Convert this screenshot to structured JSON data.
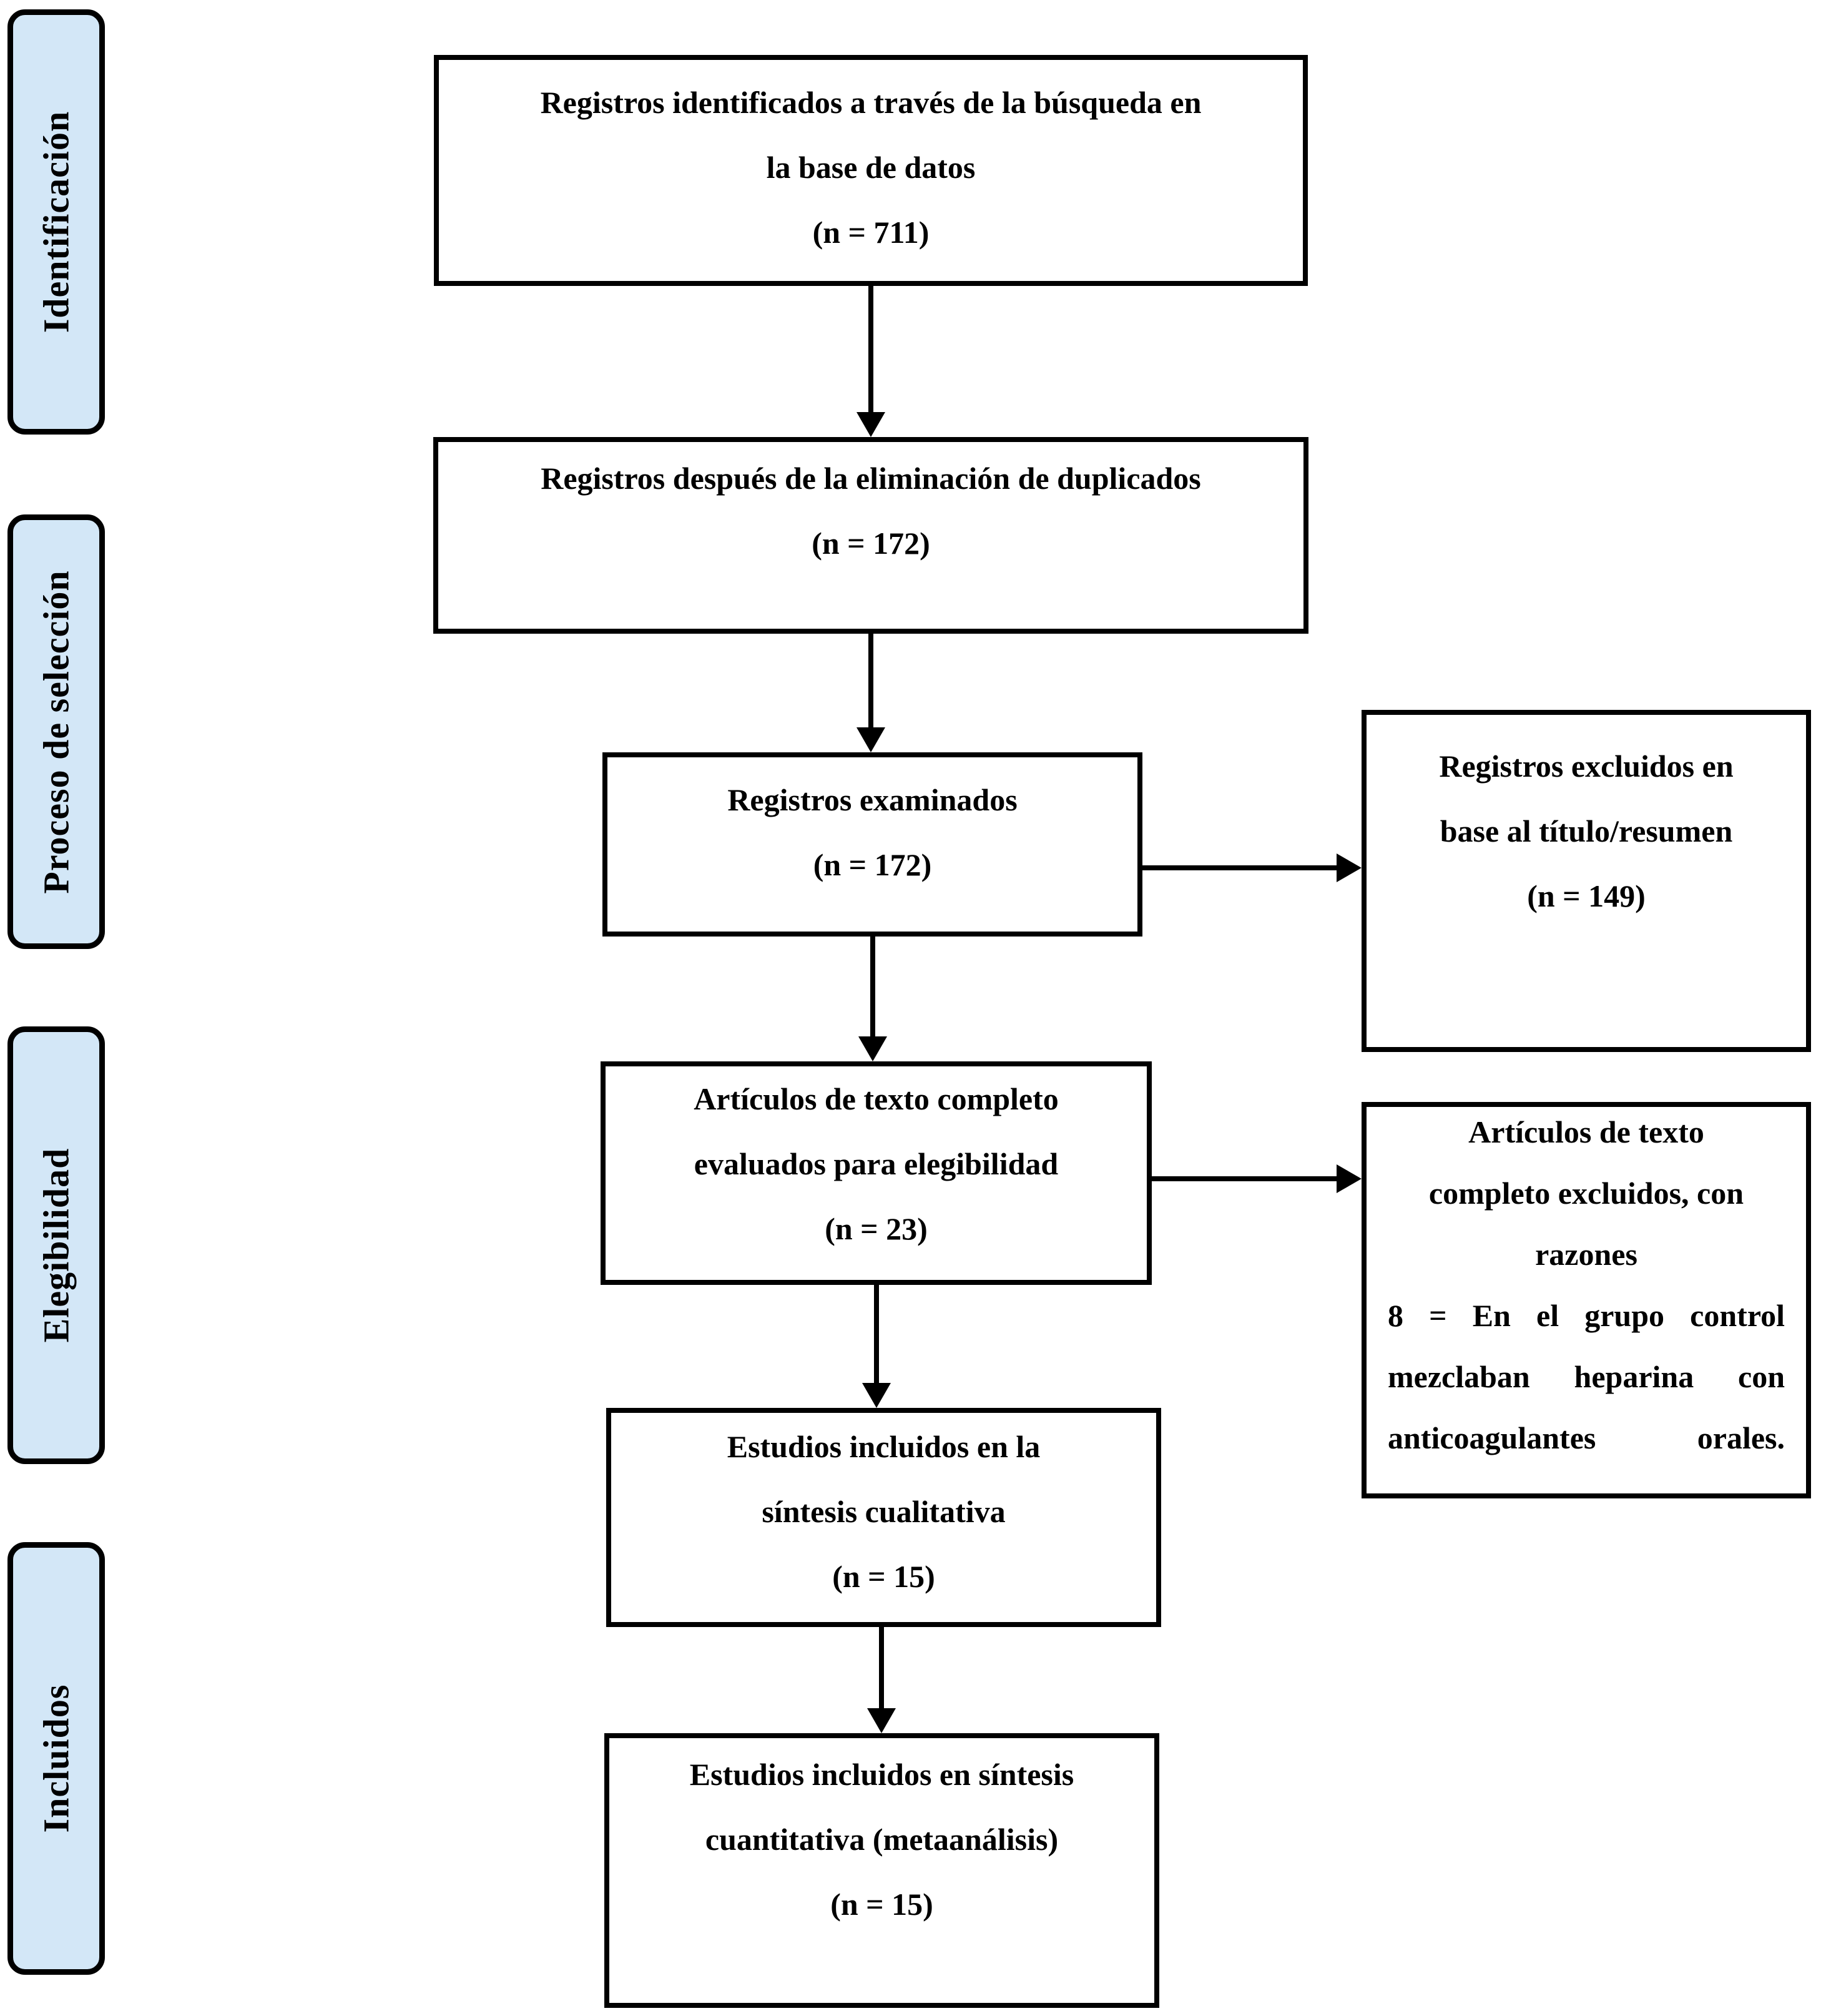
{
  "colors": {
    "background": "#ffffff",
    "stage_fill": "#d3e7f7",
    "border": "#000000",
    "text": "#000000"
  },
  "stages": [
    {
      "label": "Identificación"
    },
    {
      "label": "Proceso de selección"
    },
    {
      "label": "Elegibilidad"
    },
    {
      "label": "Incluidos"
    }
  ],
  "flow": {
    "identified": {
      "lines": [
        "Registros identificados a través de la búsqueda en",
        "la base de datos",
        "(n = 711)"
      ]
    },
    "deduplicated": {
      "lines": [
        "Registros después de la eliminación de duplicados",
        "(n = 172)"
      ]
    },
    "screened": {
      "lines": [
        "Registros examinados",
        "(n = 172)"
      ]
    },
    "fulltext_assessed": {
      "lines": [
        "Artículos de texto completo",
        "evaluados para elegibilidad",
        "(n = 23)"
      ]
    },
    "qualitative_synthesis": {
      "lines": [
        "Estudios incluidos en la",
        "síntesis cualitativa",
        "(n = 15)"
      ]
    },
    "quantitative_synthesis": {
      "lines": [
        "Estudios incluidos en síntesis",
        "cuantitativa (metaanálisis)",
        "(n = 15)"
      ]
    }
  },
  "exclusions": {
    "title_abstract": {
      "lines": [
        "Registros excluidos en",
        "base al título/resumen",
        "(n = 149)"
      ]
    },
    "fulltext_reasons": {
      "centered_lines": [
        "Artículos de texto",
        "completo excluidos, con",
        "razones"
      ],
      "justified_lines": [
        "8 = En el grupo control",
        "mezclaban heparina con",
        "anticoagulantes orales."
      ]
    }
  }
}
